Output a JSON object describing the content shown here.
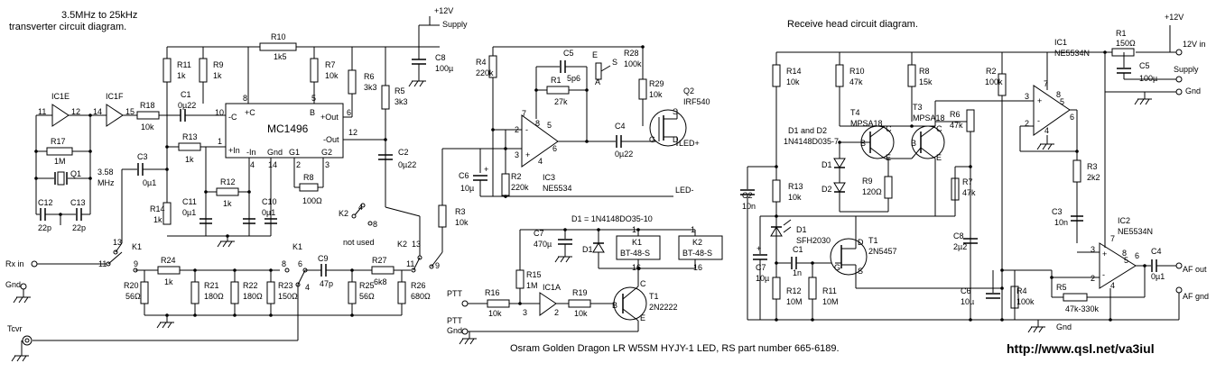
{
  "left": {
    "title1": "3.5MHz to 25kHz",
    "title2": "transverter circuit diagram.",
    "supply": "+12V",
    "supply_label": "Supply",
    "labels": {
      "R10": "R10",
      "R10v": "1k5",
      "R11": "R11",
      "R11v": "1k",
      "R9": "R9",
      "R9v": "1k",
      "R7": "R7",
      "R7v": "10k",
      "R6": "R6",
      "R6v": "3k3",
      "R5": "R5",
      "R5v": "3k3",
      "C8": "C8",
      "C8v": "100µ",
      "C1": "C1",
      "C1v": "0µ22",
      "IC1E": "IC1E",
      "IC1F": "IC1F",
      "R18": "R18",
      "R18v": "10k",
      "R17": "R17",
      "R17v": "1M",
      "Q1": "Q1",
      "Q1v": "3.58",
      "Q1u": "MHz",
      "C12": "C12",
      "C12v": "22p",
      "C13": "C13",
      "C13v": "22p",
      "C3": "C3",
      "C3v": "0µ1",
      "R13": "R13",
      "R13v": "1k",
      "R12": "R12",
      "R12v": "1k",
      "R14": "R14",
      "R14v": "1k",
      "C11": "C11",
      "C11v": "0µ1",
      "C10": "C10",
      "C10v": "0µ1",
      "C2": "C2",
      "C2v": "0µ22",
      "R8": "R8",
      "R8v": "100Ω",
      "MC1496": "MC1496",
      "pinC": "-C",
      "pinCp": "+C",
      "pinB": "B",
      "pinOut": "+Out",
      "pinOutm": "-Out",
      "pinIn": "+In",
      "pinInm": "-In",
      "pinGnd": "Gnd",
      "pinG1": "G1",
      "pinG2": "G2",
      "K2a": "K2",
      "notused": "not used",
      "rxin": "Rx in",
      "gnd": "Gnd",
      "tcvr": "Tcvr",
      "K1a": "K1",
      "K1b": "K1",
      "K2b": "K2",
      "R24": "R24",
      "R24v": "1k",
      "R20": "R20",
      "R20v": "56Ω",
      "R21": "R21",
      "R21v": "180Ω",
      "R22": "R22",
      "R22v": "180Ω",
      "R23": "R23",
      "R23v": "150Ω",
      "C9": "C9",
      "C9v": "47p",
      "R27": "R27",
      "R27v": "6k8",
      "R25": "R25",
      "R25v": "56Ω",
      "R26": "R26",
      "R26v": "680Ω",
      "R3": "R3",
      "R3v": "10k",
      "R4": "R4",
      "R4v": "220k",
      "C5": "C5",
      "C5v": "5p6",
      "R1": "R1",
      "R1v": "27k",
      "R28": "R28",
      "R28v": "100k",
      "R29": "R29",
      "R29v": "10k",
      "E": "E",
      "S": "S",
      "A": "A",
      "C4": "C4",
      "C4v": "0µ22",
      "Q2": "Q2",
      "Q2v": "IRF540",
      "IC3": "IC3",
      "IC3v": "NE5534",
      "C6": "C6",
      "C6v": "10µ",
      "R2": "R2",
      "R2v": "220k",
      "LEDp": "LED+",
      "LEDm": "LED-",
      "C7": "C7",
      "C7v": "470µ",
      "D1note": "D1 = 1N4148DO35-10",
      "D1": "D1",
      "K1": "K1",
      "K1v": "BT-48-S",
      "K2": "K2",
      "K2v": "BT-48-S",
      "R15": "R15",
      "R15v": "1M",
      "IC1A": "IC1A",
      "R16": "R16",
      "R16v": "10k",
      "R19": "R19",
      "R19v": "10k",
      "T1": "T1",
      "T1v": "2N2222",
      "PTT": "PTT",
      "PTT2": "PTT",
      "PTTgnd": "Gnd"
    },
    "pins": [
      "11",
      "12",
      "14",
      "15",
      "10",
      "8",
      "5",
      "1",
      "4",
      "14",
      "6",
      "12",
      "13",
      "11",
      "9",
      "8",
      "6",
      "4",
      "11",
      "13",
      "9",
      "7",
      "2",
      "3",
      "6",
      "1",
      "8",
      "16",
      "16",
      "3",
      "2",
      "8",
      "5",
      "3",
      "4",
      "7",
      "2",
      "13",
      "8",
      "4",
      "S",
      "G",
      "D",
      "G",
      "D",
      "S"
    ]
  },
  "footer": "Osram Golden Dragon LR W5SM   HYJY-1 LED, RS part number 665-6189.",
  "right": {
    "title": "Receive head circuit diagram.",
    "supply": "+12V",
    "labels": {
      "R1": "R1",
      "R1v": "150Ω",
      "in12": "12V in",
      "C5": "C5",
      "C5v": "100µ",
      "supply": "Supply",
      "gnd": "Gnd",
      "R14": "R14",
      "R14v": "10k",
      "R10": "R10",
      "R10v": "47k",
      "R8": "R8",
      "R8v": "15k",
      "R2": "R2",
      "R2v": "100k",
      "IC1": "IC1",
      "IC1v": "NE5534N",
      "T4": "T4",
      "T4v": "MPSA18",
      "T3": "T3",
      "T3v": "MPSA18",
      "R6": "R6",
      "R6v": "47k",
      "D12": "D1 and D2",
      "D12v": "1N4148D035-7",
      "D1": "D1",
      "D2": "D2",
      "R9": "R9",
      "R9v": "120Ω",
      "R7": "R7",
      "R7v": "47k",
      "R3": "R3",
      "R3v": "2k2",
      "C2": "C2",
      "C2v": "10n",
      "R13": "R13",
      "R13v": "10k",
      "D1b": "D1",
      "D1bv": "SFH2030",
      "T1": "T1",
      "T1v": "2N5457",
      "C1": "C1",
      "C1v": "1n",
      "C7": "C7",
      "C7v": "10µ",
      "C8": "C8",
      "C8v": "2µ2",
      "C3": "C3",
      "C3v": "10n",
      "IC2": "IC2",
      "IC2v": "NE5534N",
      "C4": "C4",
      "C4v": "0µ1",
      "afout": "AF out",
      "afgnd": "AF gnd",
      "R12": "R12",
      "R12v": "10M",
      "R11": "R11",
      "R11v": "10M",
      "C6": "C6",
      "C6v": "10µ",
      "R4": "R4",
      "R4v": "100k",
      "R5": "R5",
      "R5v": "47k-330k",
      "gnd2": "Gnd"
    }
  },
  "url": "http://www.qsl.net/va3iul"
}
